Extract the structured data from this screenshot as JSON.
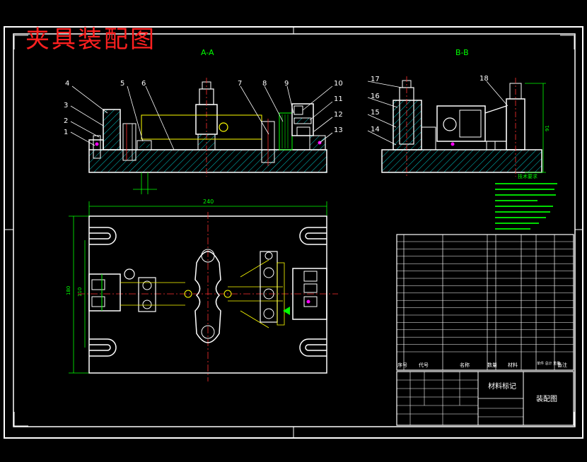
{
  "drawing_title": "夹具装配图",
  "section_aa": "A-A",
  "section_bb": "B-B",
  "part_callouts_aa": [
    "1",
    "2",
    "3",
    "4",
    "5",
    "6",
    "7",
    "8",
    "9",
    "10",
    "11",
    "12",
    "13"
  ],
  "part_callouts_bb": [
    "14",
    "15",
    "16",
    "17",
    "18"
  ],
  "dim_overall_width": "240",
  "dim_height_bb": "91",
  "dim_left_1": "180",
  "dim_left_2": "110",
  "notes_heading": "技术要求",
  "table_header": [
    "序号",
    "代号",
    "名称",
    "数量",
    "材料",
    "单件 总计 重量",
    "备注"
  ],
  "title_block_material": "材料标记",
  "title_block_name": "装配图",
  "colors": {
    "frame": "#ffffff",
    "title": "#ff2020",
    "outline": "#ffffff",
    "hatch": "#00c8c8",
    "centerline": "#ff3030",
    "dimension": "#00ff00",
    "highlight": "#ffff00",
    "text": "#ffffff",
    "label": "#ff4040"
  }
}
